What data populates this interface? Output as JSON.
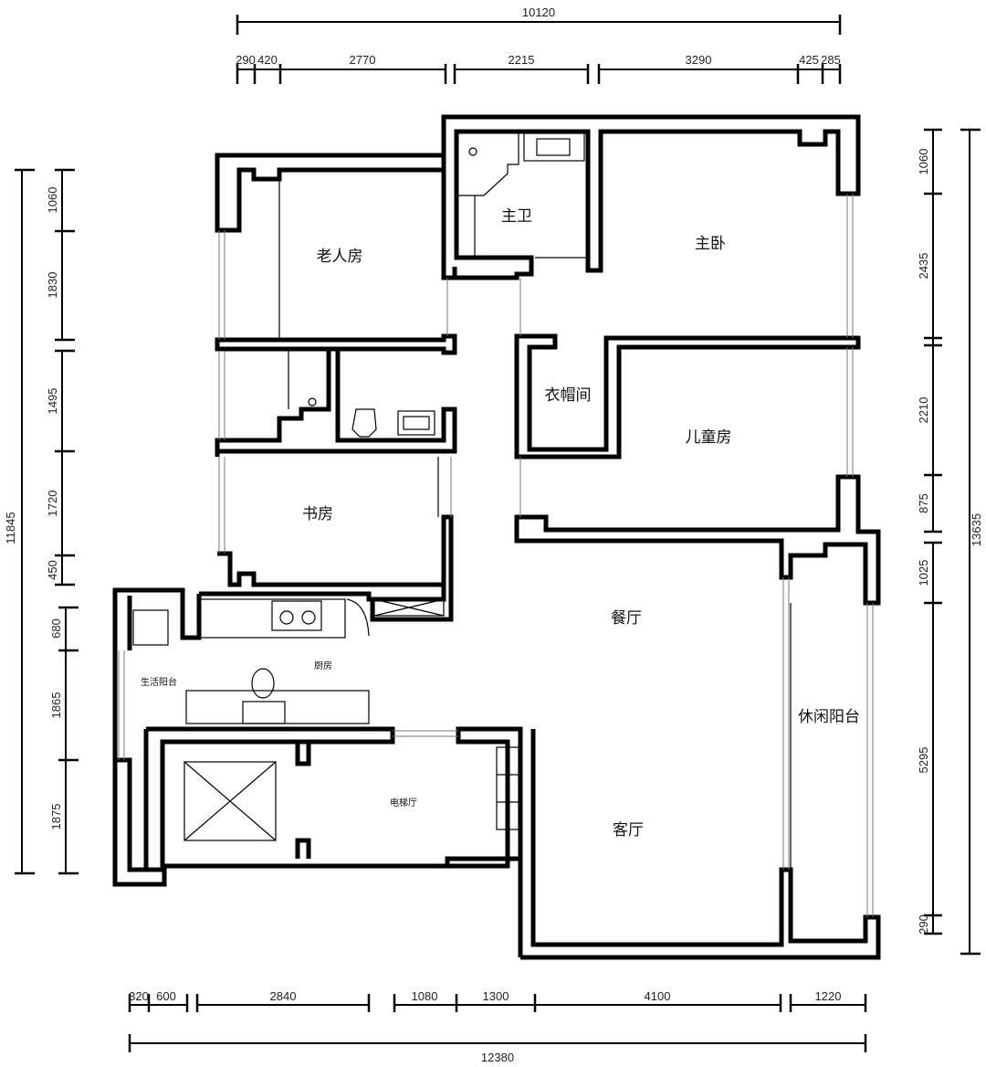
{
  "dimensions": {
    "top_total": "10120",
    "top_segments": [
      "290",
      "420",
      "2770",
      "2215",
      "3290",
      "425",
      "285"
    ],
    "bottom_total": "12380",
    "bottom_segments": [
      "320",
      "600",
      "2840",
      "1080",
      "1300",
      "4100",
      "1220"
    ],
    "left_total": "11845",
    "left_segments": [
      "1060",
      "1830",
      "1495",
      "1720",
      "450",
      "680",
      "1865",
      "1875"
    ],
    "right_total": "13635",
    "right_segments": [
      "1060",
      "2435",
      "2210",
      "875",
      "1025",
      "5295",
      "290"
    ]
  },
  "rooms": {
    "elder_room": "老人房",
    "master_bath": "主卫",
    "master_bedroom": "主卧",
    "cloakroom": "衣帽间",
    "kids_room": "儿童房",
    "study": "书房",
    "dining": "餐厅",
    "kitchen": "厨房",
    "service_balcony": "生活阳台",
    "leisure_balcony": "休闲阳台",
    "elevator_hall": "电梯厅",
    "living": "客厅"
  }
}
